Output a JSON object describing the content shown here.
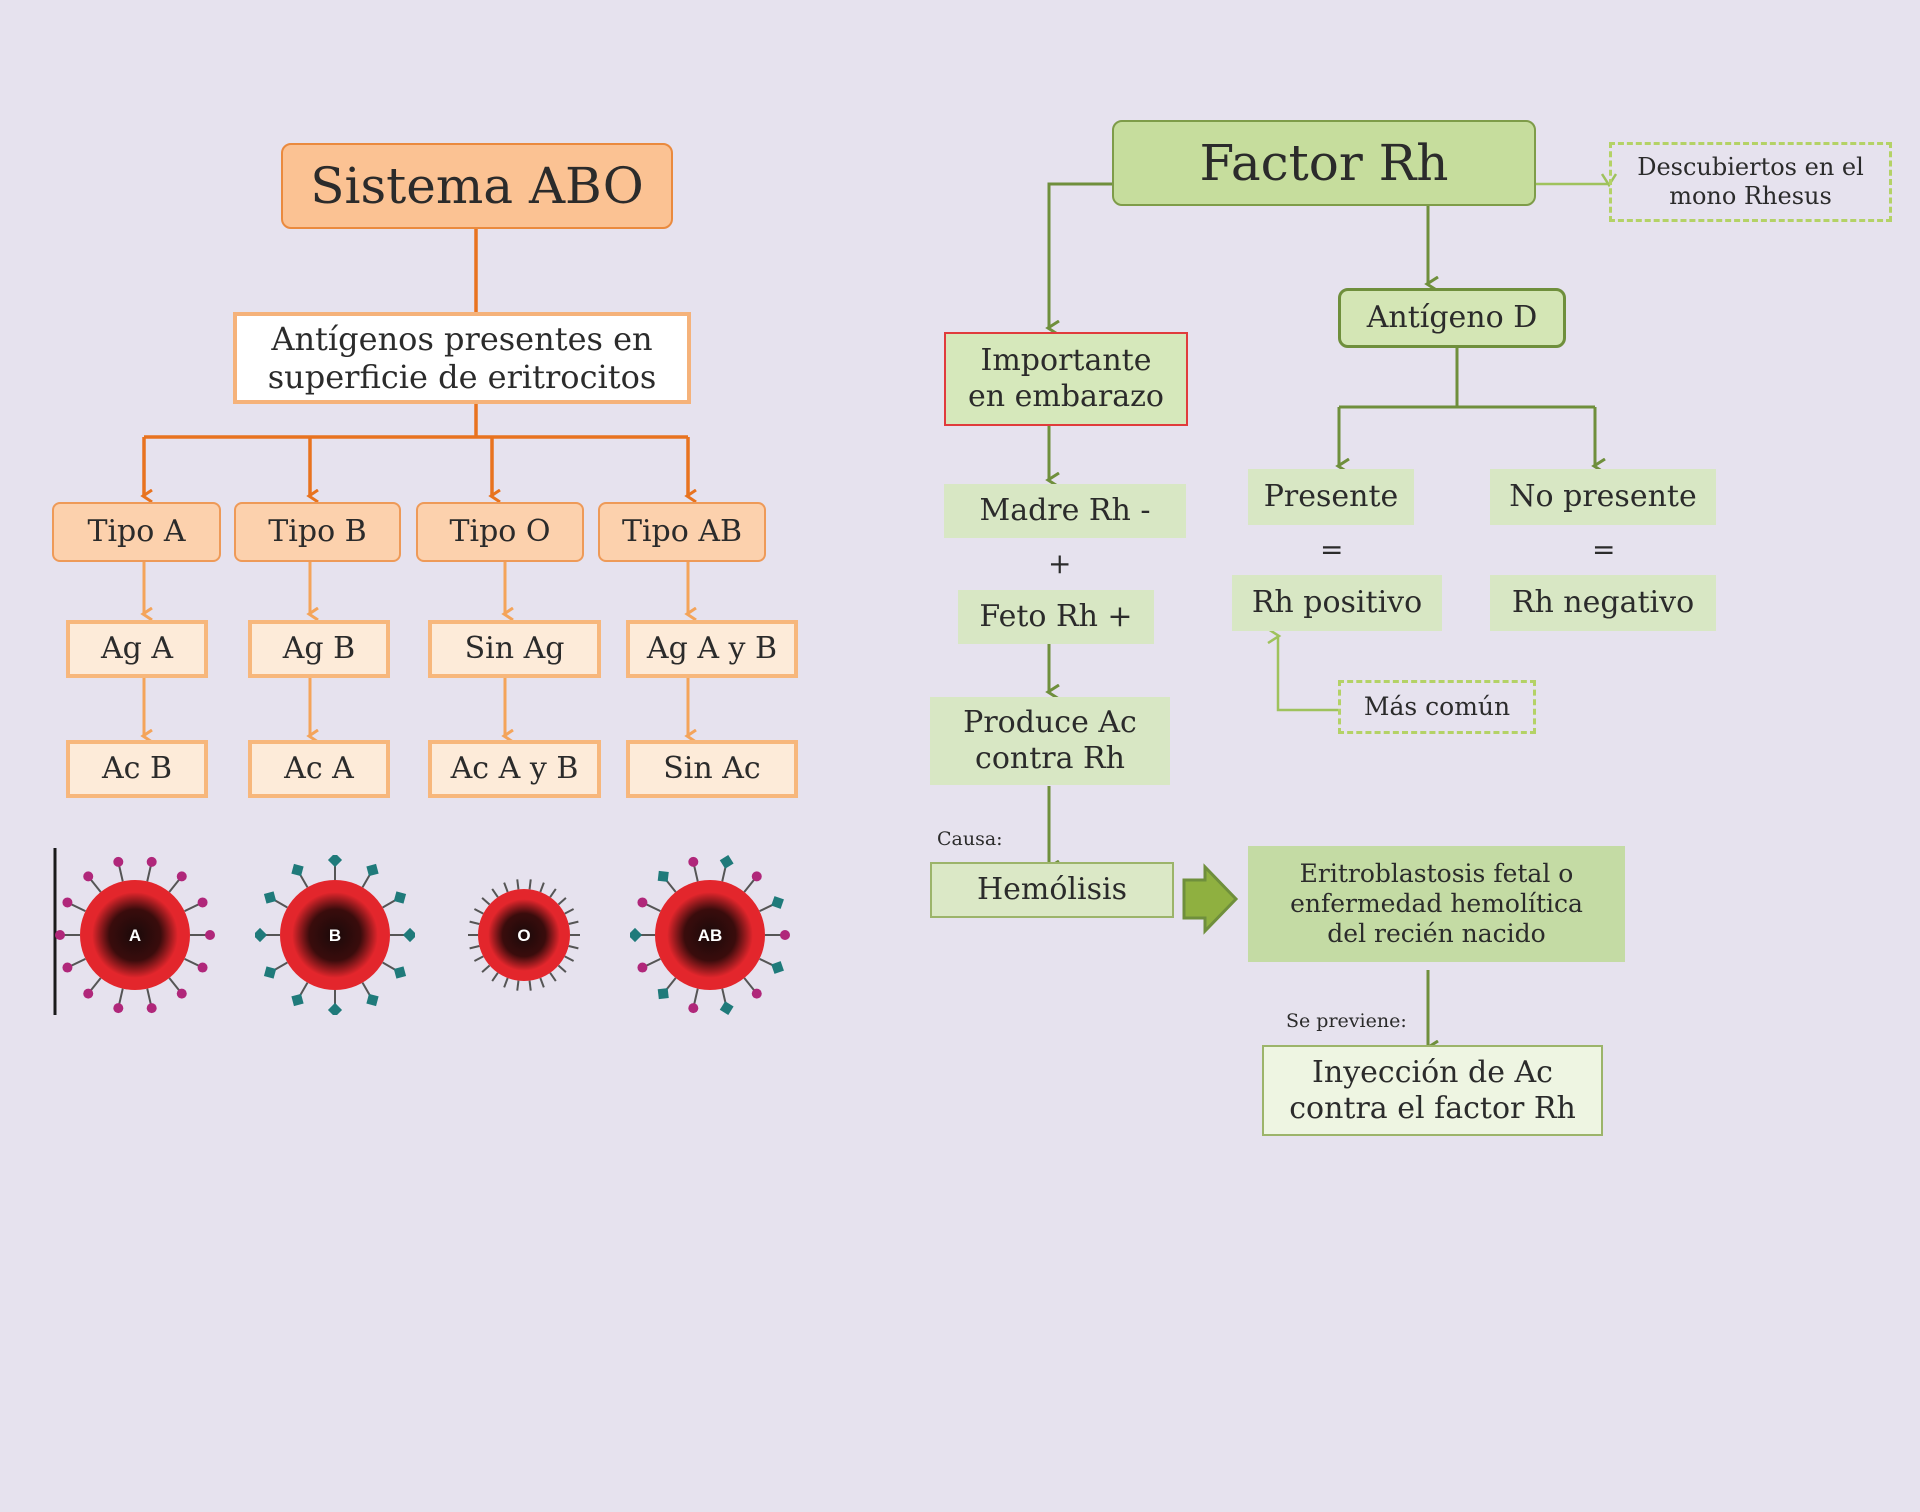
{
  "abo": {
    "title": "Sistema ABO",
    "subtitle": "Antígenos presentes en\nsuperficie de eritrocitos",
    "types": [
      "Tipo A",
      "Tipo B",
      "Tipo O",
      "Tipo AB"
    ],
    "antigens": [
      "Ag A",
      "Ag B",
      "Sin Ag",
      "Ag A y B"
    ],
    "antibodies": [
      "Ac B",
      "Ac A",
      "Ac A y B",
      "Sin Ac"
    ],
    "cells": [
      "A",
      "B",
      "O",
      "AB"
    ]
  },
  "rh": {
    "title": "Factor Rh",
    "discovered": "Descubiertos en el\nmono Rhesus",
    "important": "Importante\nen embarazo",
    "antigen": "Antígeno D",
    "mother": "Madre Rh -",
    "plus": "+",
    "fetus": "Feto Rh +",
    "produces": "Produce Ac\ncontra Rh",
    "causa_label": "Causa:",
    "hemolysis": "Hemólisis",
    "disease": "Eritroblastosis fetal o\nenfermedad hemolítica\ndel recién nacido",
    "prevent_label": "Se previene:",
    "injection": "Inyección de Ac\ncontra el factor Rh",
    "present": "Presente",
    "not_present": "No presente",
    "equals": "=",
    "positive": "Rh positivo",
    "negative": "Rh negativo",
    "common": "Más común"
  },
  "colors": {
    "orange_line": "#e8731f",
    "orange_light_line": "#f4a45a",
    "green_line": "#6f8f3c",
    "green_light_line": "#9fc25c",
    "cell_red": "#e3262c",
    "cell_dark": "#1a0a0a",
    "antigen_a": "#b0277a",
    "antigen_b": "#1f7a7a",
    "antigen_o": "#222222"
  }
}
